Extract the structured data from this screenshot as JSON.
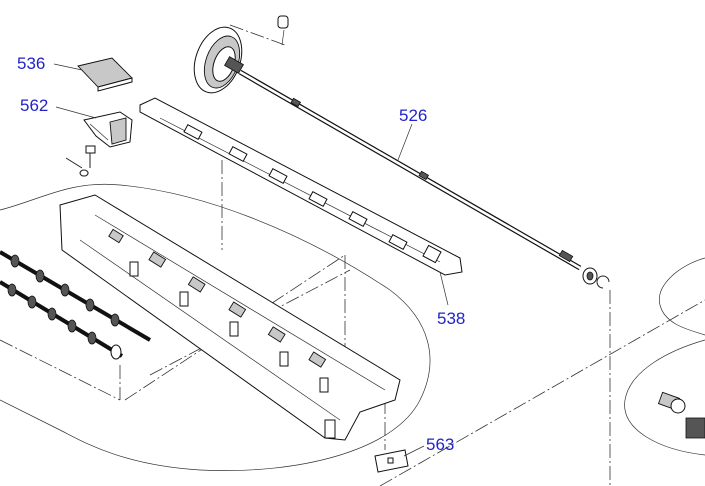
{
  "labels": {
    "part_536": "536",
    "part_562": "562",
    "part_526": "526",
    "part_538": "538",
    "part_563": "563"
  },
  "colors": {
    "label": "#2323c8",
    "line": "#222222",
    "background": "#ffffff"
  }
}
